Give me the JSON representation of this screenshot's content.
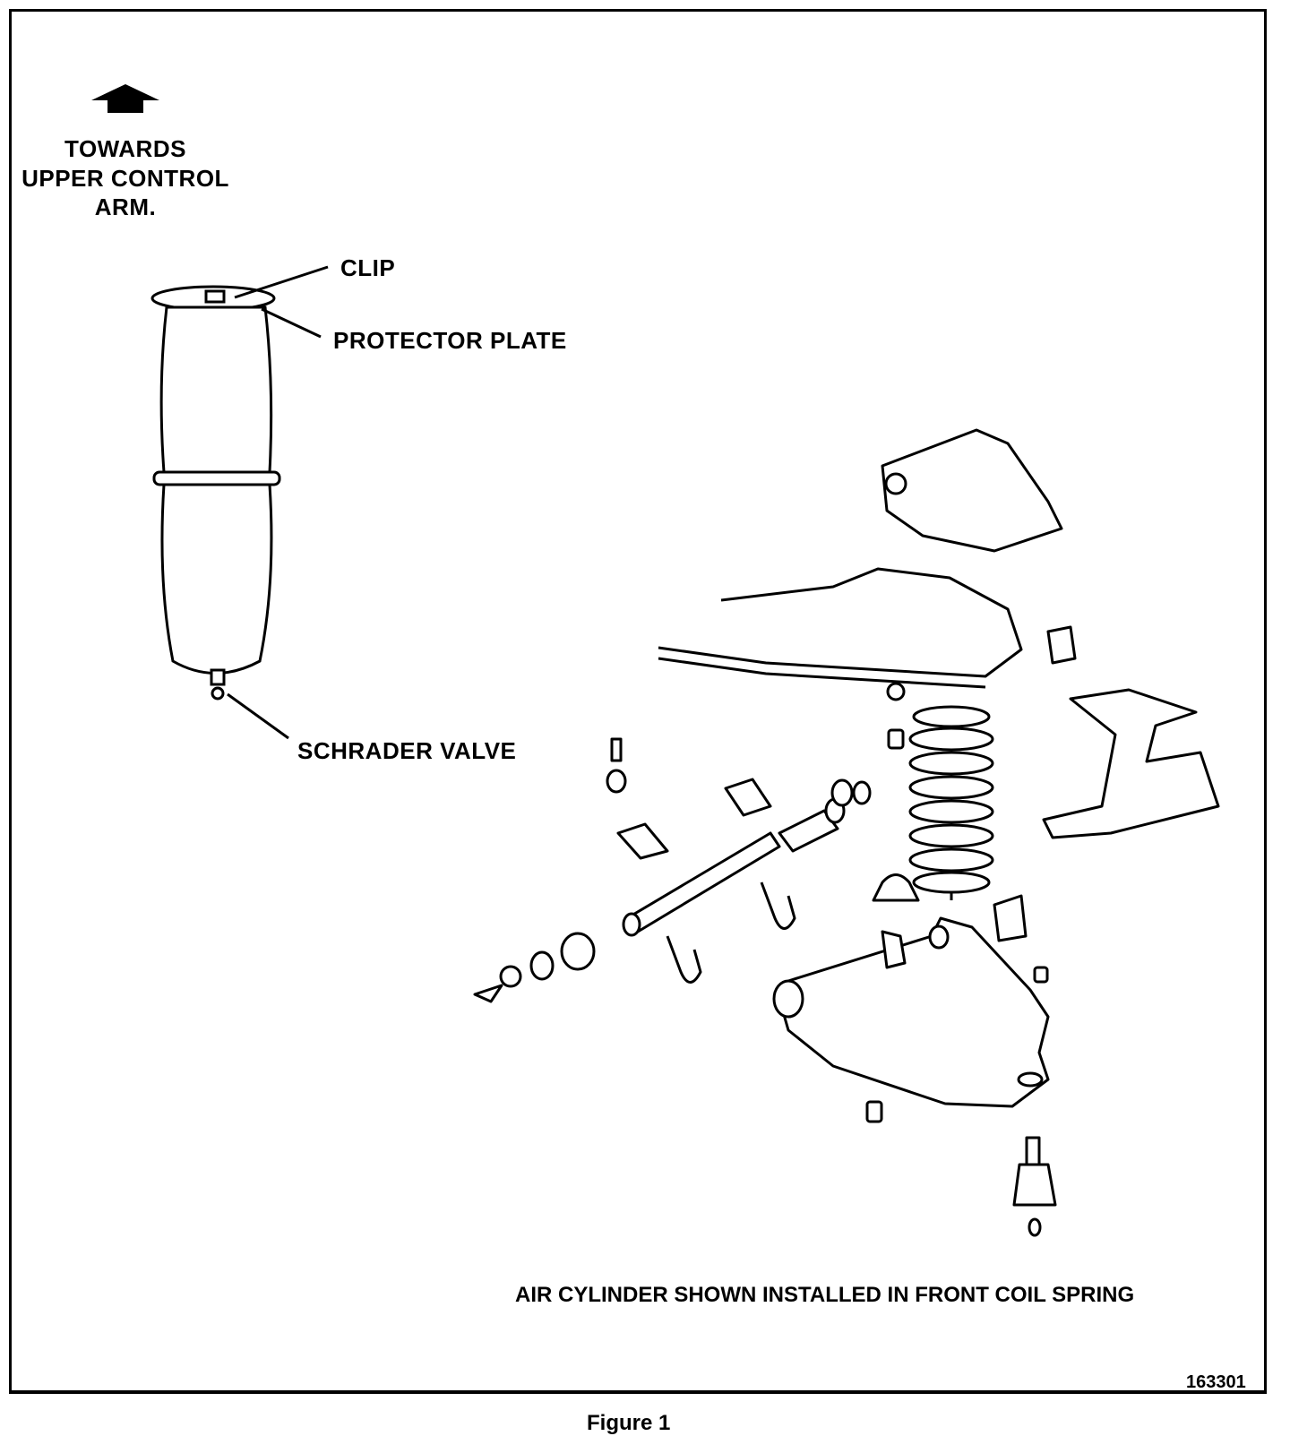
{
  "direction": {
    "lines": [
      "TOWARDS",
      "UPPER CONTROL",
      "ARM."
    ]
  },
  "labels": {
    "clip": "CLIP",
    "protector_plate": "PROTECTOR PLATE",
    "schrader_valve": "SCHRADER VALVE"
  },
  "caption": "AIR CYLINDER SHOWN INSTALLED IN FRONT COIL SPRING",
  "drawing_number": "163301",
  "figure_title": "Figure 1",
  "icons": [
    "up-arrow-icon"
  ]
}
